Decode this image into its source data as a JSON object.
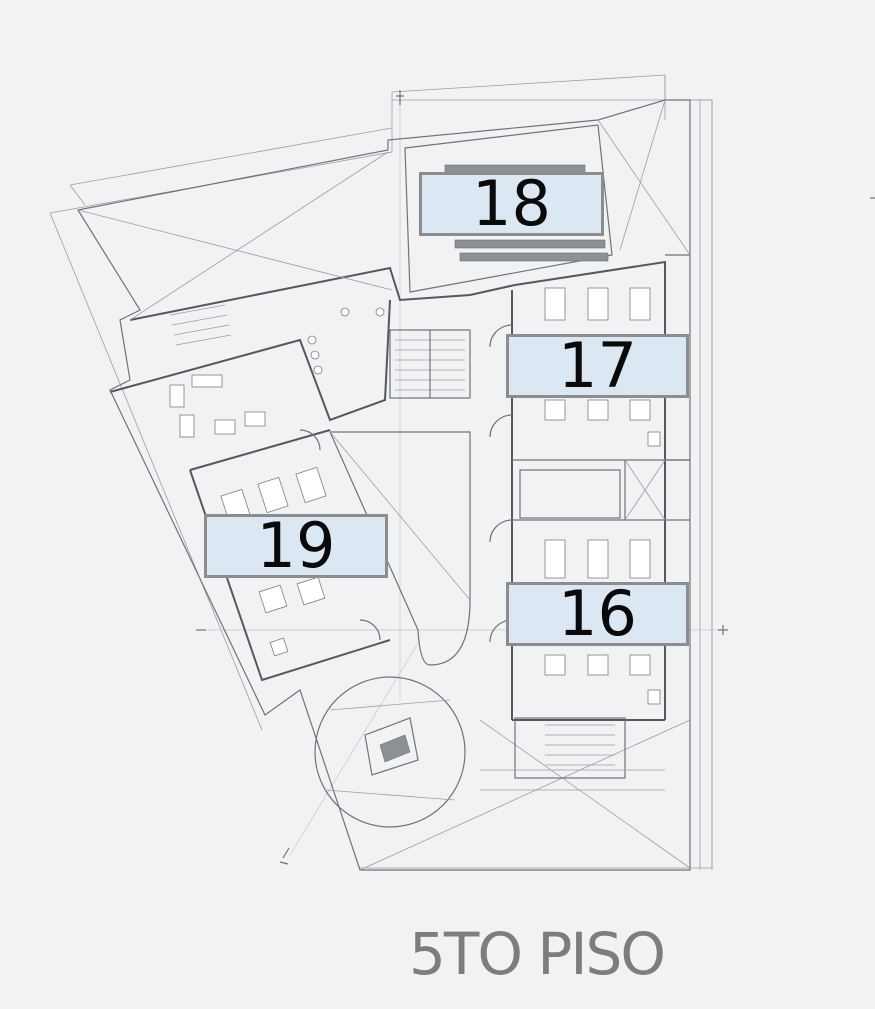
{
  "map": {
    "floor_title": "5TO PISO",
    "rooms": [
      {
        "number": "18"
      },
      {
        "number": "17"
      },
      {
        "number": "19"
      },
      {
        "number": "16"
      }
    ]
  },
  "colors": {
    "background": "#f1f2f4",
    "room_label_fill": "#dce7f4",
    "room_label_border": "#8d8d8d",
    "plan_lines": "#6f7378",
    "title_text": "#7d7d7d"
  }
}
